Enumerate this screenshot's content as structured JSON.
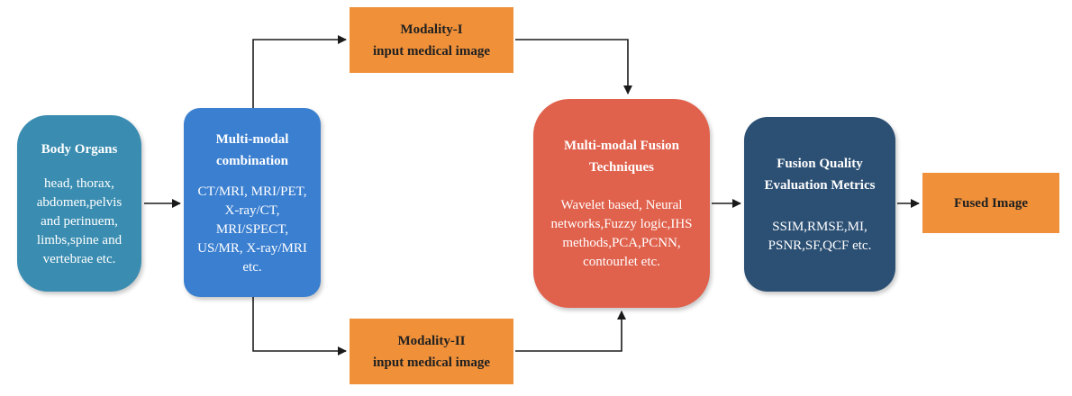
{
  "nodes": {
    "body_organs": {
      "title": "Body Organs",
      "body": "head, thorax,\nabdomen,pelvis\nand perinuem,\nlimbs,spine and\nvertebrae etc."
    },
    "multimodal": {
      "title": "Multi-modal\ncombination",
      "body": "CT/MRI, MRI/PET,\nX-ray/CT,\nMRI/SPECT,\nUS/MR, X-ray/MRI\netc."
    },
    "modality_1": {
      "title": "Modality-I\ninput medical image"
    },
    "modality_2": {
      "title": "Modality-II\ninput medical image"
    },
    "fusion_tech": {
      "title": "Multi-modal Fusion\nTechniques",
      "body": "Wavelet based, Neural\nnetworks,Fuzzy logic,IHS\nmethods,PCA,PCNN,\ncontourlet etc."
    },
    "fusion_quality": {
      "title": "Fusion Quality\nEvaluation Metrics",
      "body": "SSIM,RMSE,MI,\nPSNR,SF,QCF etc."
    },
    "fused_image": {
      "title": "Fused Image"
    }
  },
  "colors": {
    "body_organs": "#3a8db1",
    "multimodal": "#3a7fd0",
    "modality": "#f0913a",
    "fusion_tech": "#e0614c",
    "fusion_quality": "#2c5074",
    "fused_image": "#f0913a",
    "arrow": "#1a1a1a"
  }
}
